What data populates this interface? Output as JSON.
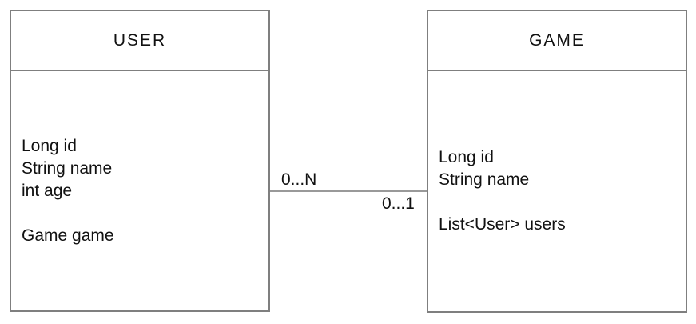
{
  "colors": {
    "background": "#ffffff",
    "box_border": "#7f7f7f",
    "connector_line": "#999999",
    "text": "#111111"
  },
  "entities": [
    {
      "name": "USER",
      "attributes": [
        "Long id",
        "String name",
        "int age",
        "",
        "Game game"
      ]
    },
    {
      "name": "GAME",
      "attributes": [
        "Long id",
        "String name",
        "",
        "List<User> users"
      ]
    }
  ],
  "relationship": {
    "from": "USER",
    "to": "GAME",
    "source_multiplicity": "0...N",
    "target_multiplicity": "0...1"
  }
}
